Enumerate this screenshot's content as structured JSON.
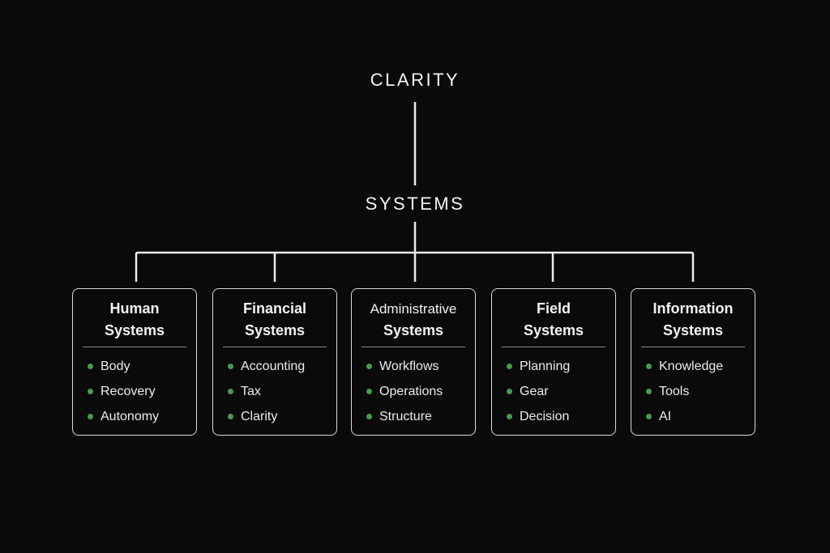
{
  "root": {
    "label": "CLARITY"
  },
  "hub": {
    "label": "SYSTEMS"
  },
  "colors": {
    "background": "#0a0a0a",
    "text": "#f2f2f2",
    "bullet": "#4a9a4e",
    "border": "#d8d8d8"
  },
  "categories": [
    {
      "title_line1": "Human",
      "title_line2": "Systems",
      "items": [
        "Body",
        "Recovery",
        "Autonomy"
      ]
    },
    {
      "title_line1": "Financial",
      "title_line2": "Systems",
      "items": [
        "Accounting",
        "Tax",
        "Clarity"
      ]
    },
    {
      "title_line1": "Administrative",
      "title_line2": "Systems",
      "items": [
        "Workflows",
        "Operations",
        "Structure"
      ]
    },
    {
      "title_line1": "Field",
      "title_line2": "Systems",
      "items": [
        "Planning",
        "Gear",
        "Decision"
      ]
    },
    {
      "title_line1": "Information",
      "title_line2": "Systems",
      "items": [
        "Knowledge",
        "Tools",
        "AI"
      ]
    }
  ]
}
